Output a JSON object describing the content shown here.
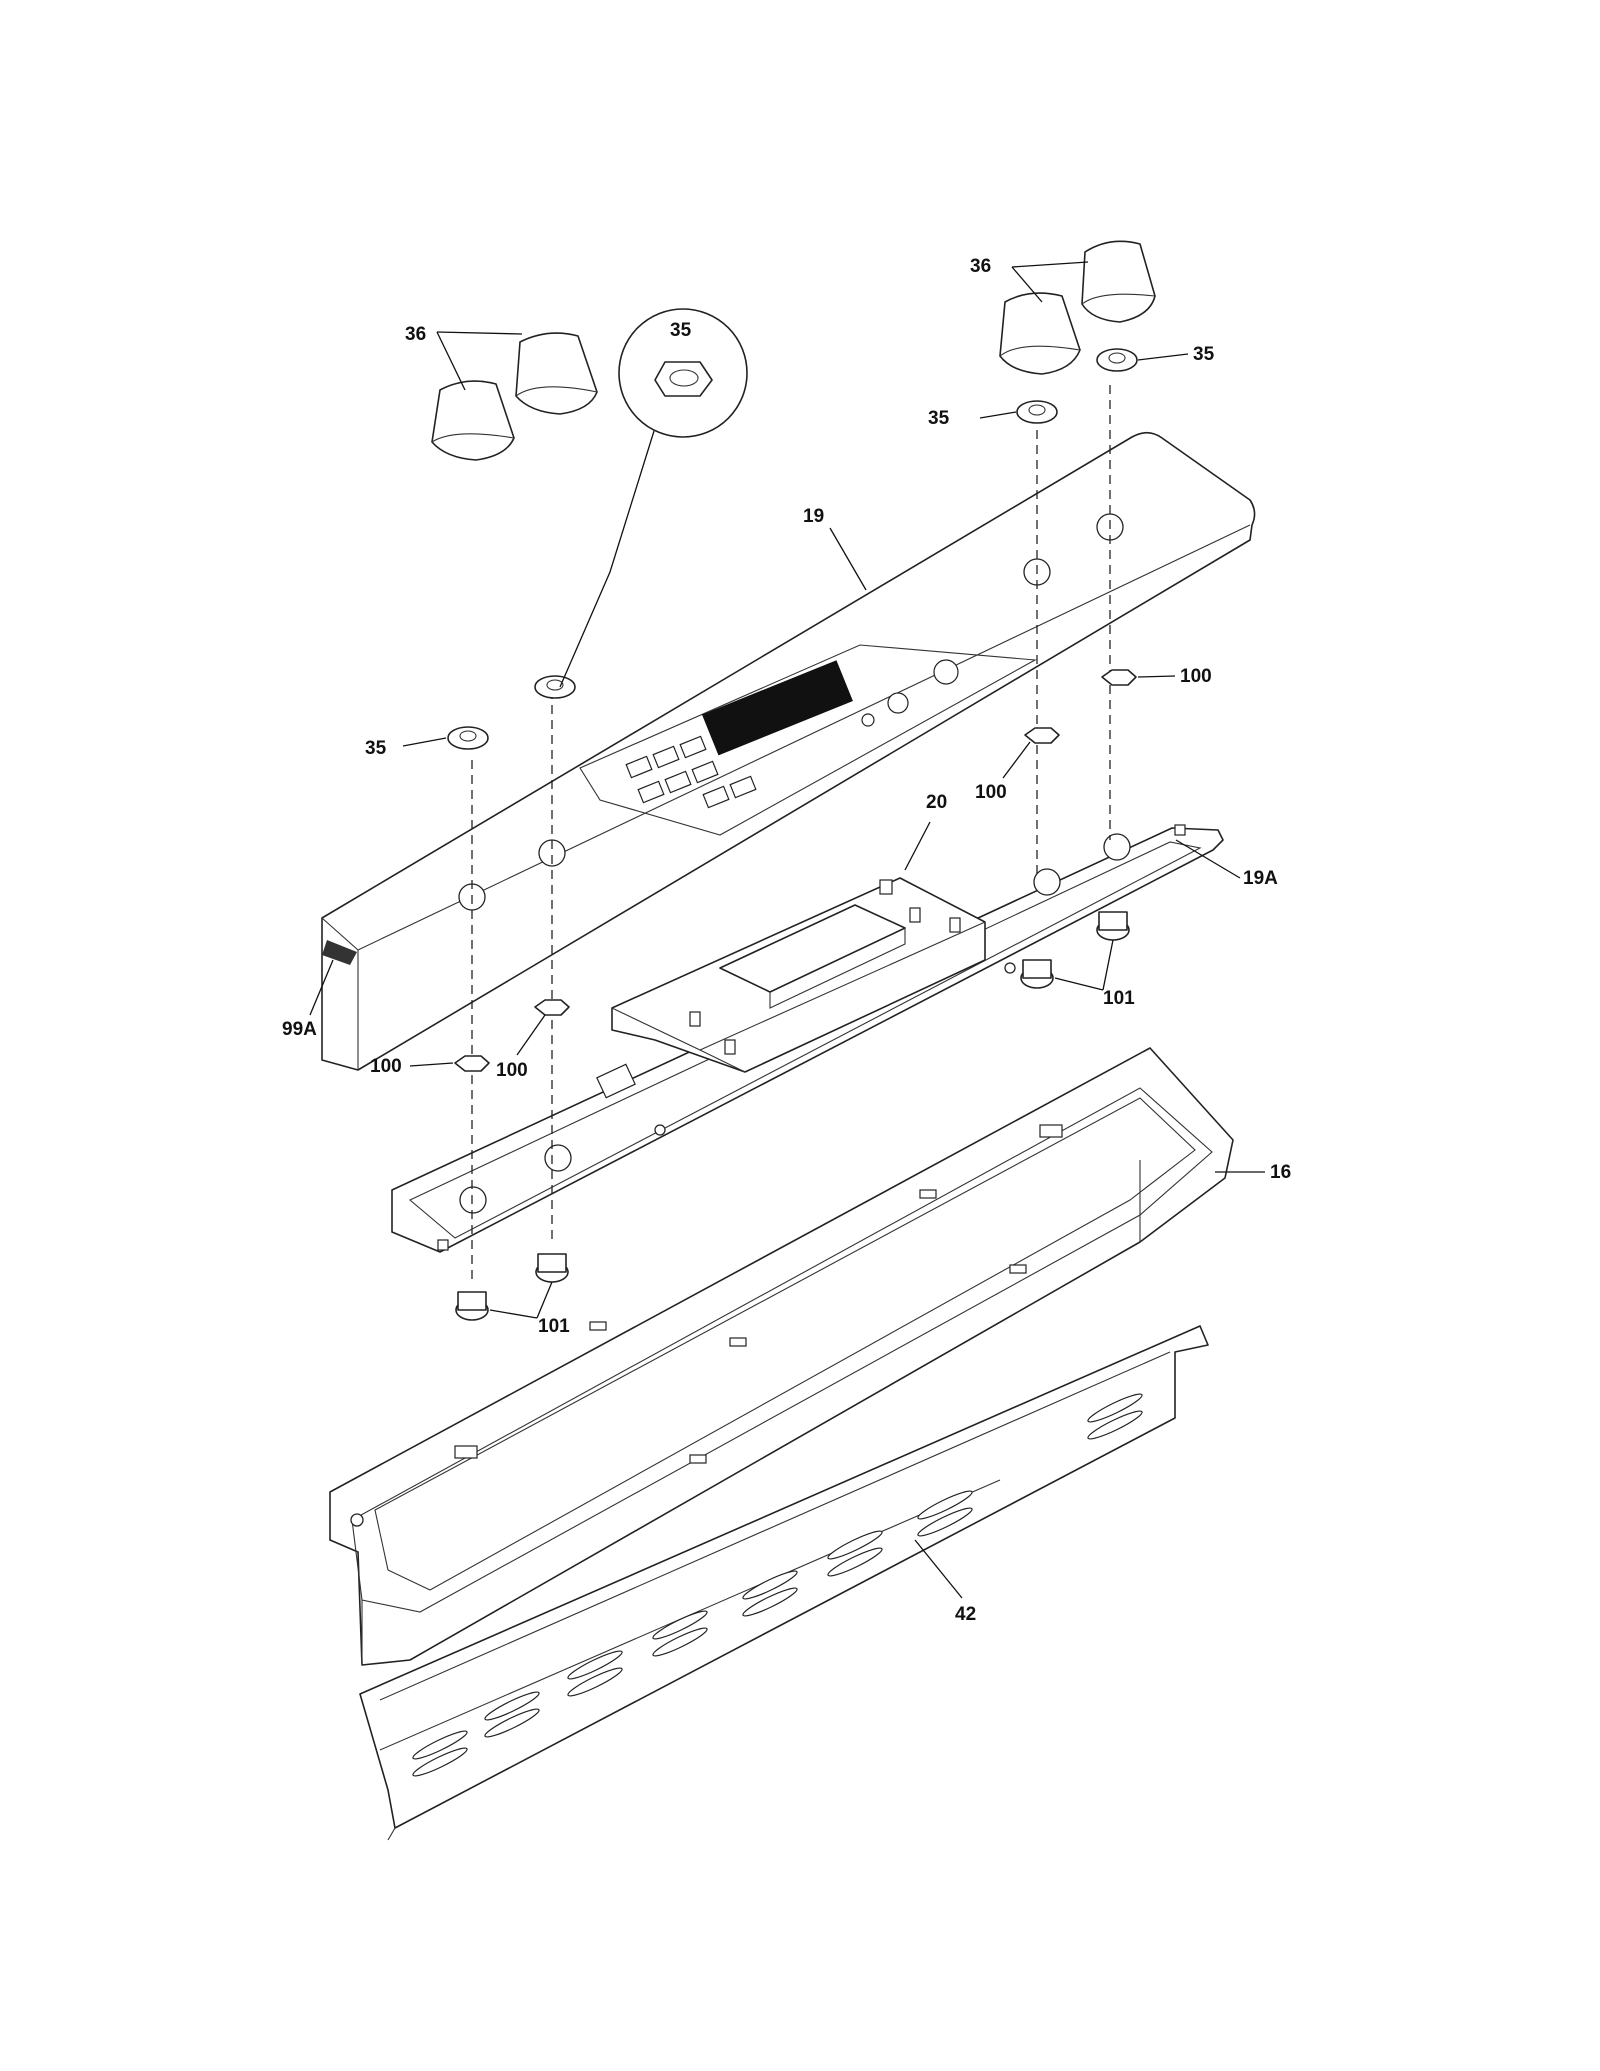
{
  "diagram": {
    "callouts": [
      {
        "id": "c36-top",
        "text": "36"
      },
      {
        "id": "c35-top-right",
        "text": "35"
      },
      {
        "id": "c35-top-mid",
        "text": "35"
      },
      {
        "id": "c35-detail",
        "text": "35"
      },
      {
        "id": "c19",
        "text": "19"
      },
      {
        "id": "c36-left",
        "text": "36"
      },
      {
        "id": "c35-left",
        "text": "35"
      },
      {
        "id": "c100-right",
        "text": "100"
      },
      {
        "id": "c100-mid-right",
        "text": "100"
      },
      {
        "id": "c20",
        "text": "20"
      },
      {
        "id": "c19A",
        "text": "19A"
      },
      {
        "id": "c101-right",
        "text": "101"
      },
      {
        "id": "c99A",
        "text": "99A"
      },
      {
        "id": "c100-left",
        "text": "100"
      },
      {
        "id": "c100-left2",
        "text": "100"
      },
      {
        "id": "c16",
        "text": "16"
      },
      {
        "id": "c101-left",
        "text": "101"
      },
      {
        "id": "c42",
        "text": "42"
      }
    ]
  }
}
